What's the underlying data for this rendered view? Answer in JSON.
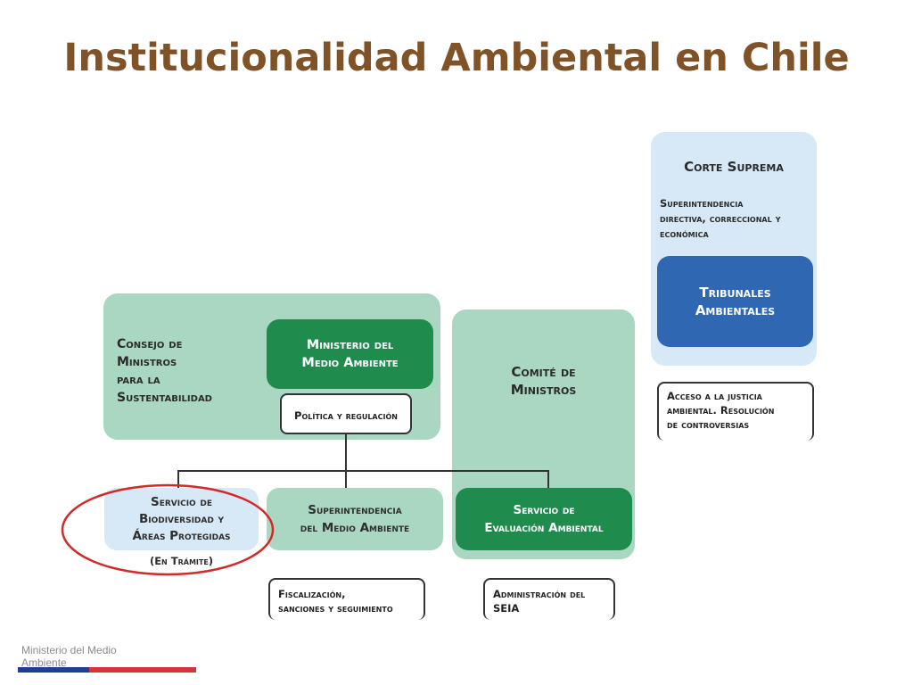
{
  "title": "Institucionalidad Ambiental en Chile",
  "nodes": {
    "consejo": "Consejo de\nMinistros\npara la\nSustentabilidad",
    "ministerio": "Ministerio del\nMedio Ambiente",
    "politica": "Política y regulación",
    "comite": "Comité de\nMinistros",
    "corte": "Corte Suprema",
    "corte_sub": "Superintendencia\ndirectiva, correccional y\neconómica",
    "tribunales": "Tribunales\nAmbientales",
    "acceso": "Acceso a la justicia\nambiental. Resolución\nde controversias",
    "servicio_bio": "Servicio de\nBiodiversidad y\nÁreas Protegidas",
    "en_tramite": "(En Trámite)",
    "superintendencia": "Superintendencia\ndel Medio Ambiente",
    "sea": "Servicio de\nEvaluación Ambiental",
    "fiscalizacion": "Fiscalización,\nsanciones y seguimiento",
    "administracion": "Administración del\nSEIA"
  },
  "colors": {
    "title": "#7f5327",
    "light_green": "#a9d7c1",
    "dark_green": "#1f8c4e",
    "light_blue": "#d7e8f6",
    "blue": "#2f67b2",
    "circle": "#d22a2a"
  },
  "footer": "Ministerio del Medio\nAmbiente"
}
